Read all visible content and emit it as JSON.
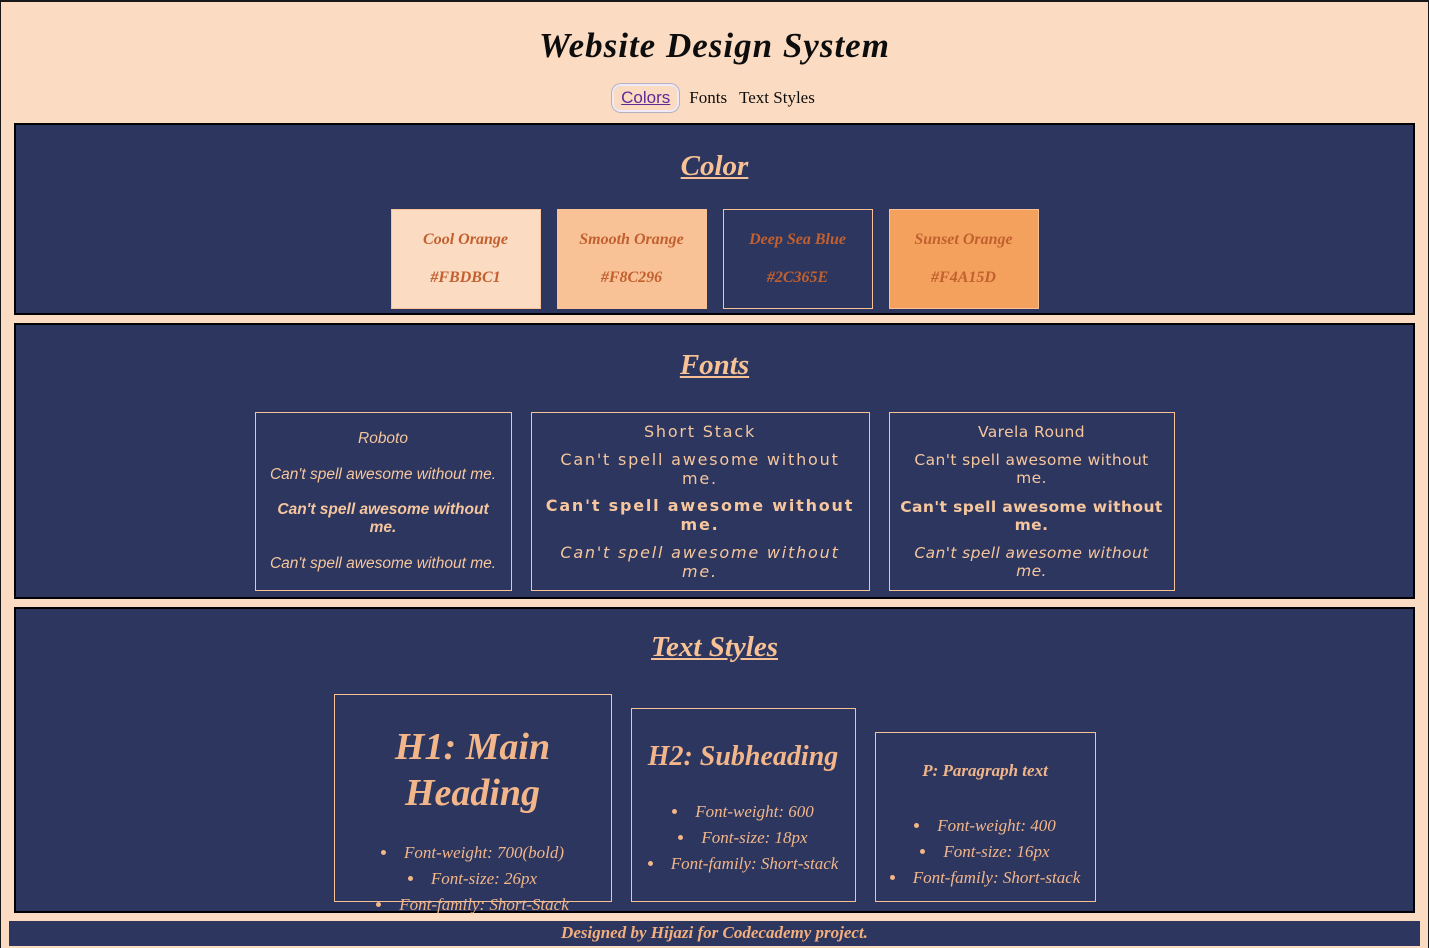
{
  "theme": {
    "page_bg": "#FBDBC1",
    "panel_bg": "#2C365E",
    "panel_border": "#000000",
    "heading_color": "#F8C296",
    "card_border": "#F8C296",
    "card_text": "#F6C69E",
    "swatch_text_color": "#C2602F",
    "link_color": "#5E2B97",
    "title_color": "#0d0d0d"
  },
  "page": {
    "title": "Website Design System",
    "footer_text": "Designed by Hijazi for Codecademy project."
  },
  "nav": {
    "items": [
      {
        "label": "Colors",
        "state": "focused"
      },
      {
        "label": "Fonts",
        "state": "default"
      },
      {
        "label": "Text Styles",
        "state": "default"
      }
    ]
  },
  "colors_section": {
    "heading": "Color",
    "swatches": [
      {
        "name": "Cool Orange",
        "hex": "#FBDBC1"
      },
      {
        "name": "Smooth Orange",
        "hex": "#F8C296"
      },
      {
        "name": "Deep Sea Blue",
        "hex": "#2C365E"
      },
      {
        "name": "Sunset Orange",
        "hex": "#F4A15D"
      }
    ]
  },
  "fonts_section": {
    "heading": "Fonts",
    "sample_text": "Can't spell awesome without me.",
    "cards": [
      {
        "name": "Roboto"
      },
      {
        "name": "Short Stack"
      },
      {
        "name": "Varela Round"
      }
    ]
  },
  "text_styles_section": {
    "heading": "Text Styles",
    "cards": [
      {
        "title": "H1: Main Heading",
        "bullets": [
          "Font-weight: 700(bold)",
          "Font-size: 26px",
          "Font-family: Short-Stack"
        ]
      },
      {
        "title": "H2: Subheading",
        "bullets": [
          "Font-weight: 600",
          "Font-size: 18px",
          "Font-family: Short-stack"
        ]
      },
      {
        "title": "P: Paragraph text",
        "bullets": [
          "Font-weight: 400",
          "Font-size: 16px",
          "Font-family: Short-stack"
        ]
      }
    ]
  }
}
